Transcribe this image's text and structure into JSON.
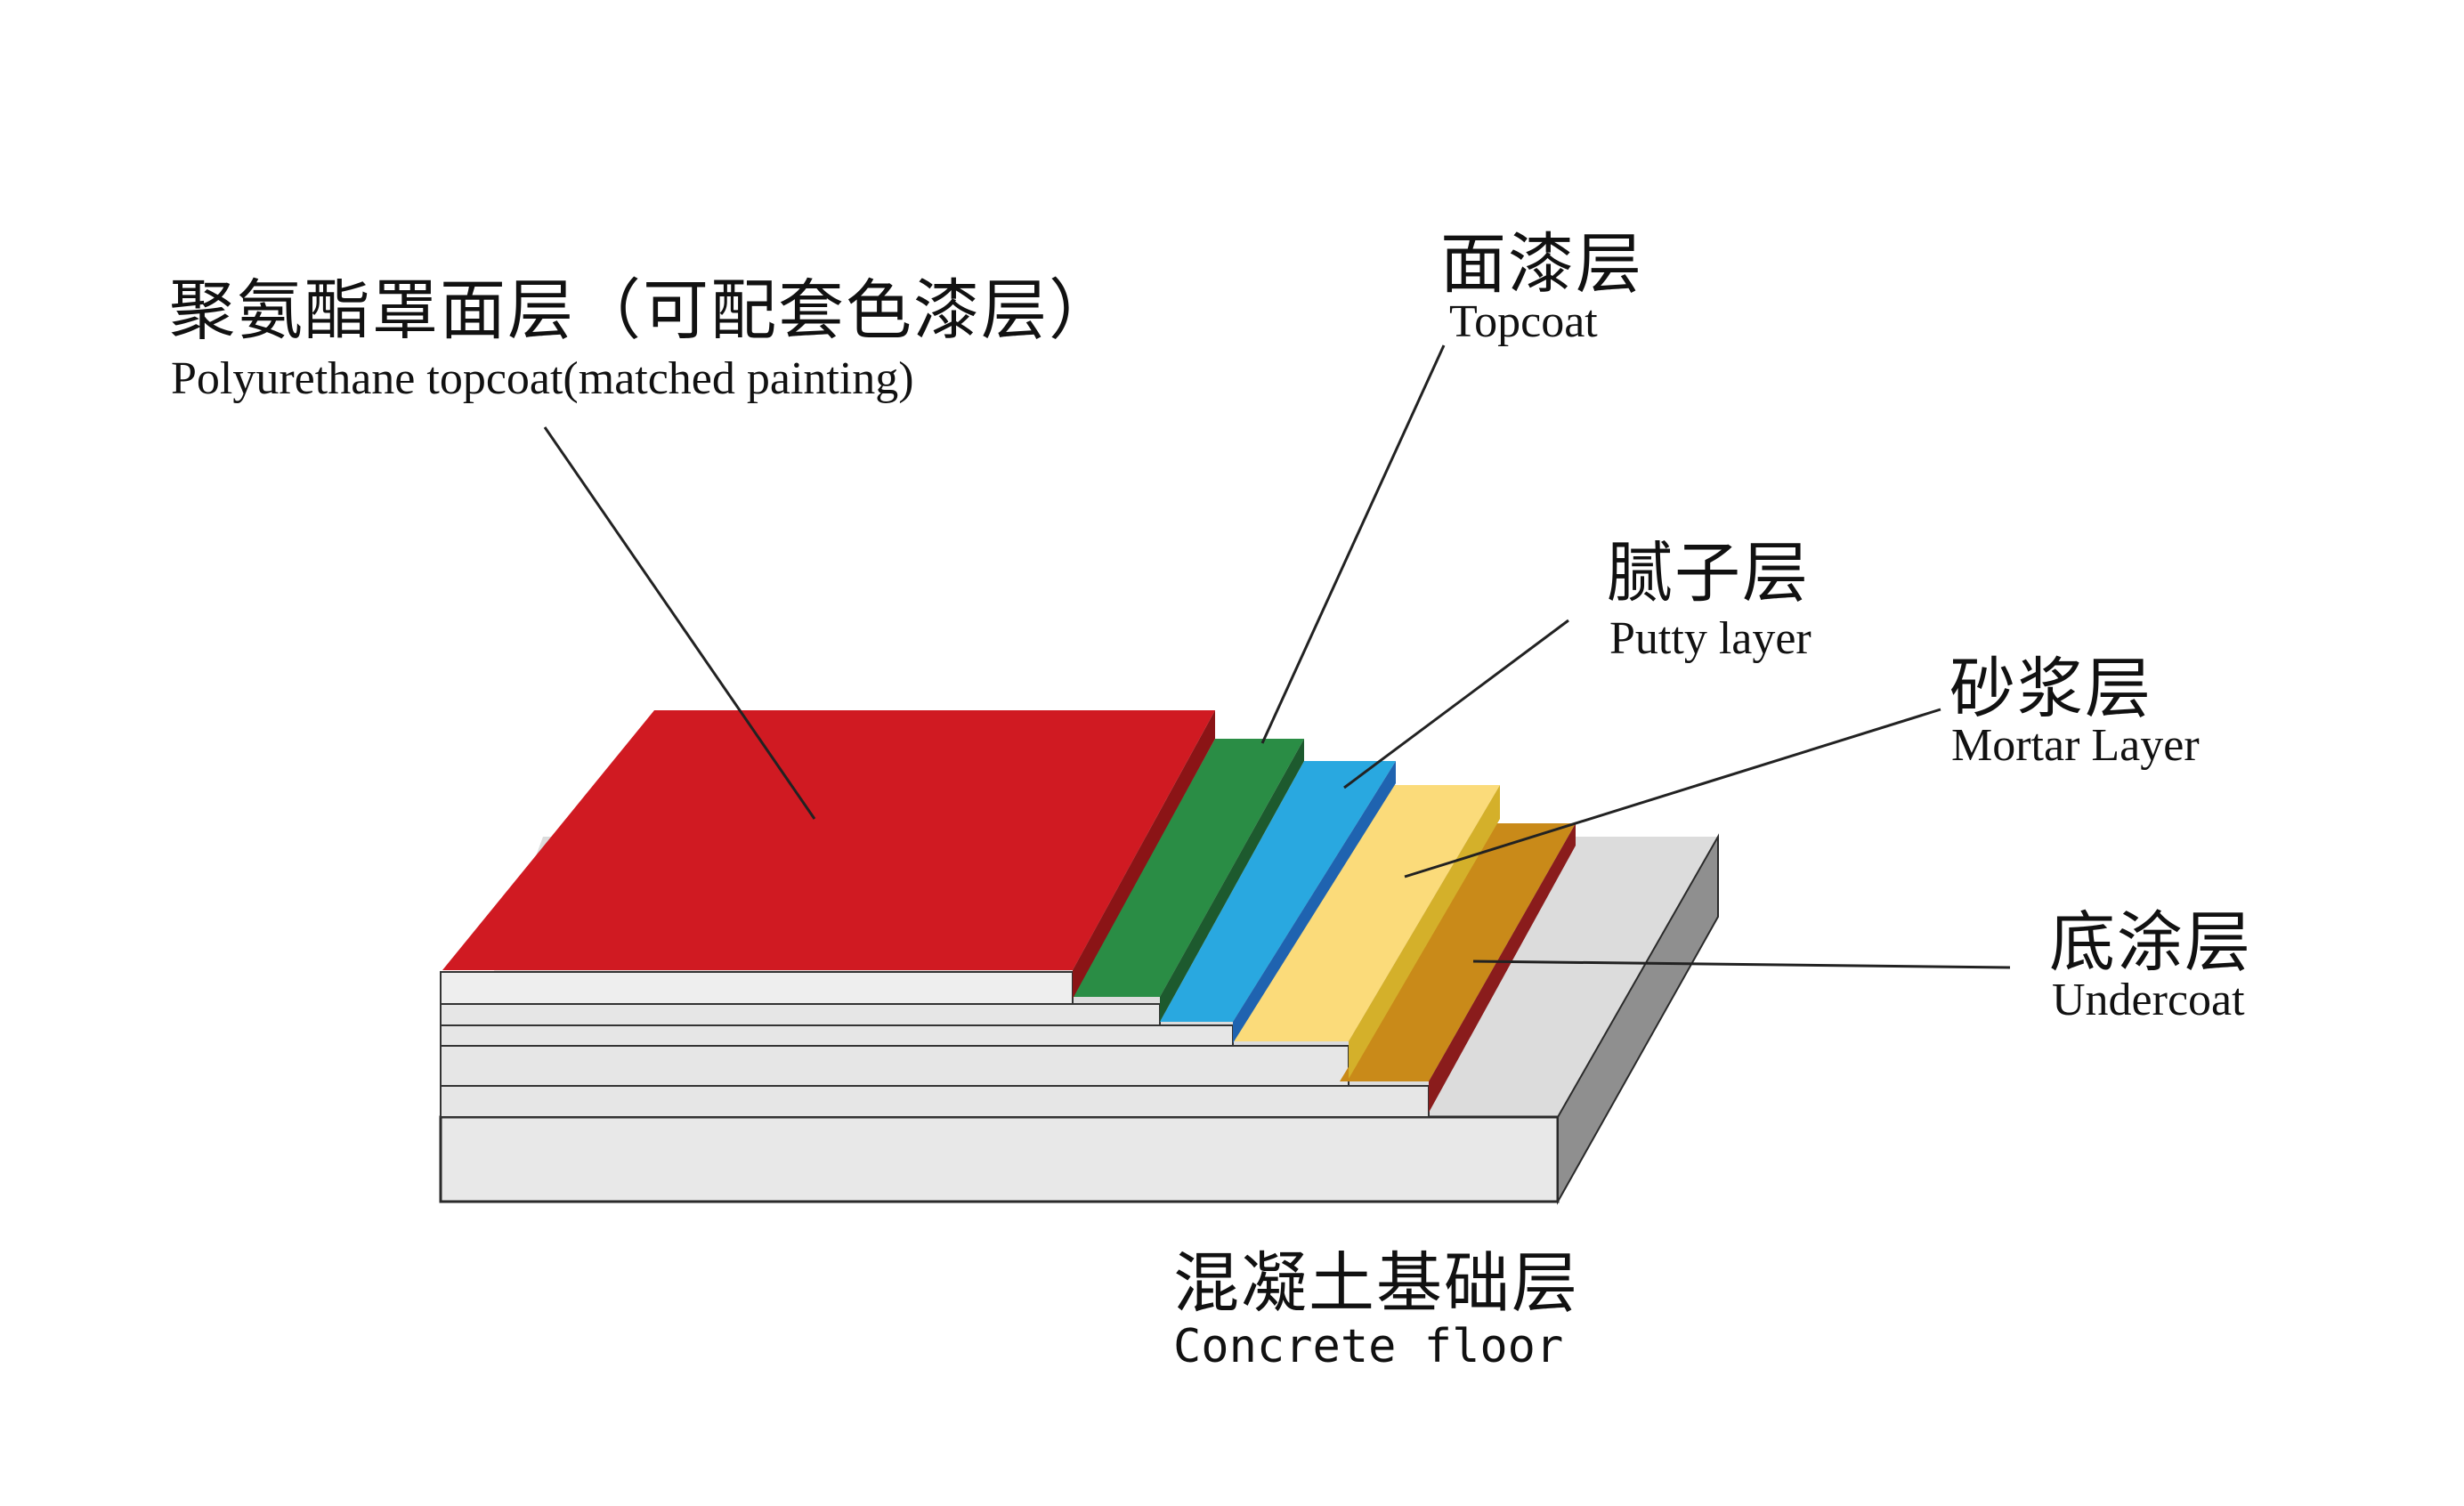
{
  "colors": {
    "polyurethane": "#d01a22",
    "topcoat": "#2a8d45",
    "putty": "#29a8e0",
    "mortar": "#fbdb7a",
    "undercoat": "#c98a19",
    "concrete": "#e2e2e2",
    "leader": "#222222"
  },
  "labels": {
    "polyurethane": {
      "zh": "聚氨酯罩面层（可配套色漆层）",
      "en": "Polyurethane topcoat(matched painting)"
    },
    "topcoat": {
      "zh": "面漆层",
      "en": "Topcoat"
    },
    "putty": {
      "zh": "腻子层",
      "en": "Putty layer"
    },
    "mortar": {
      "zh": "砂浆层",
      "en": "Mortar Layer"
    },
    "undercoat": {
      "zh": "底涂层",
      "en": "Undercoat"
    },
    "concrete": {
      "zh": "混凝土基础层",
      "en": "Concrete floor"
    }
  }
}
